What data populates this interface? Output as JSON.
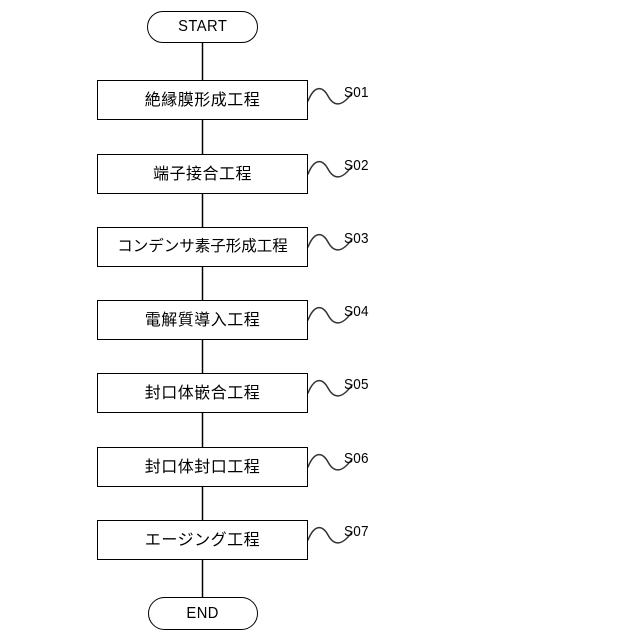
{
  "diagram": {
    "type": "flowchart",
    "orientation": "vertical",
    "background_color": "#ffffff",
    "line_color": "#000000",
    "start": {
      "label": "START",
      "shape": "rounded-terminator"
    },
    "end": {
      "label": "END",
      "shape": "rounded-terminator"
    },
    "steps": [
      {
        "tag": "S01",
        "label": "絶縁膜形成工程"
      },
      {
        "tag": "S02",
        "label": "端子接合工程"
      },
      {
        "tag": "S03",
        "label": "コンデンサ素子形成工程"
      },
      {
        "tag": "S04",
        "label": "電解質導入工程"
      },
      {
        "tag": "S05",
        "label": "封口体嵌合工程"
      },
      {
        "tag": "S06",
        "label": "封口体封口工程"
      },
      {
        "tag": "S07",
        "label": "エージング工程"
      }
    ]
  }
}
